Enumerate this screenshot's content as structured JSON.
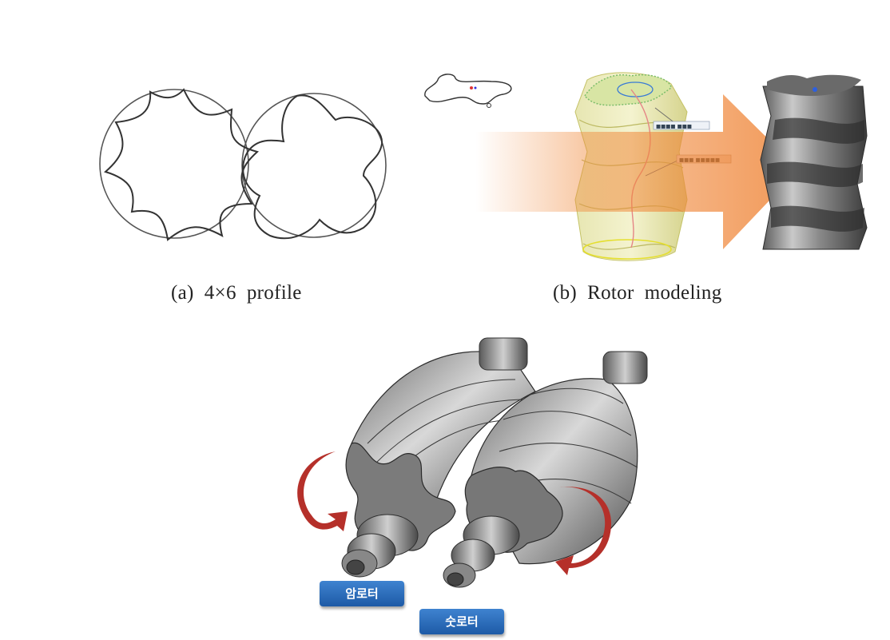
{
  "captions": {
    "a": "(a)  4×6  profile",
    "b": "(b)  Rotor  modeling"
  },
  "labels": {
    "female_rotor": "암로터",
    "male_rotor": "숫로터"
  },
  "sketch_annotations": {
    "note1": "■■■■ ■■■",
    "note2": "■■■ ■■■■■"
  },
  "colors": {
    "arrow_orange": "#f0883a",
    "rotation_arrow_red": "#b5302a",
    "tag_blue": "#2a6bbd",
    "rotor_gray": "#8c8c8c",
    "sketch_yellow": "#e9e7a2"
  }
}
